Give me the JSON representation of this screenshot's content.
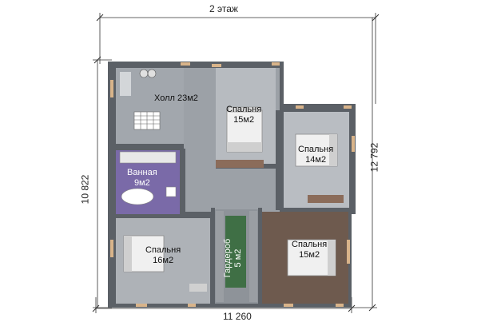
{
  "title": "2 этаж",
  "dimensions": {
    "top": "",
    "bottom": "11 260",
    "left": "10 822",
    "right": "12 792"
  },
  "rooms": {
    "hall": {
      "name": "Холл 23м2"
    },
    "bedroom_top": {
      "name": "Спальня",
      "area": "15м2"
    },
    "bedroom_right": {
      "name": "Спальня",
      "area": "14м2"
    },
    "bathroom": {
      "name": "Ванная",
      "area": "9м2"
    },
    "bedroom_left": {
      "name": "Спальня",
      "area": "16м2"
    },
    "wardrobe": {
      "name": "Гардероб",
      "area": "5 м2"
    },
    "bedroom_bottom": {
      "name": "Спальня",
      "area": "15м2"
    }
  },
  "colors": {
    "wall": "#5b6066",
    "floor": "#9aa0a6",
    "bathroom": "#7a6aa8",
    "wood": "#6e5a4e",
    "window": "#d9b48a",
    "wardrobe_green": "#3f6f45"
  }
}
